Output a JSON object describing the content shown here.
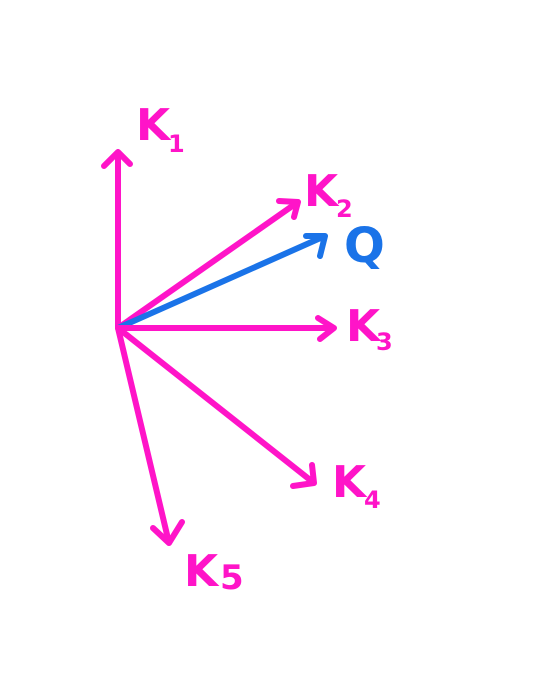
{
  "colors": {
    "key_vectors": "#ff14c8",
    "query_vector": "#1a73e8",
    "background": "#ffffff"
  },
  "vectors": [
    {
      "id": "k1",
      "letter": "K",
      "subscript": "1",
      "role": "key"
    },
    {
      "id": "k2",
      "letter": "K",
      "subscript": "2",
      "role": "key"
    },
    {
      "id": "q",
      "letter": "Q",
      "subscript": "",
      "role": "query"
    },
    {
      "id": "k3",
      "letter": "K",
      "subscript": "3",
      "role": "key"
    },
    {
      "id": "k4",
      "letter": "K",
      "subscript": "4",
      "role": "key"
    },
    {
      "id": "k5",
      "letter": "K",
      "subscript": "5",
      "role": "key"
    }
  ]
}
